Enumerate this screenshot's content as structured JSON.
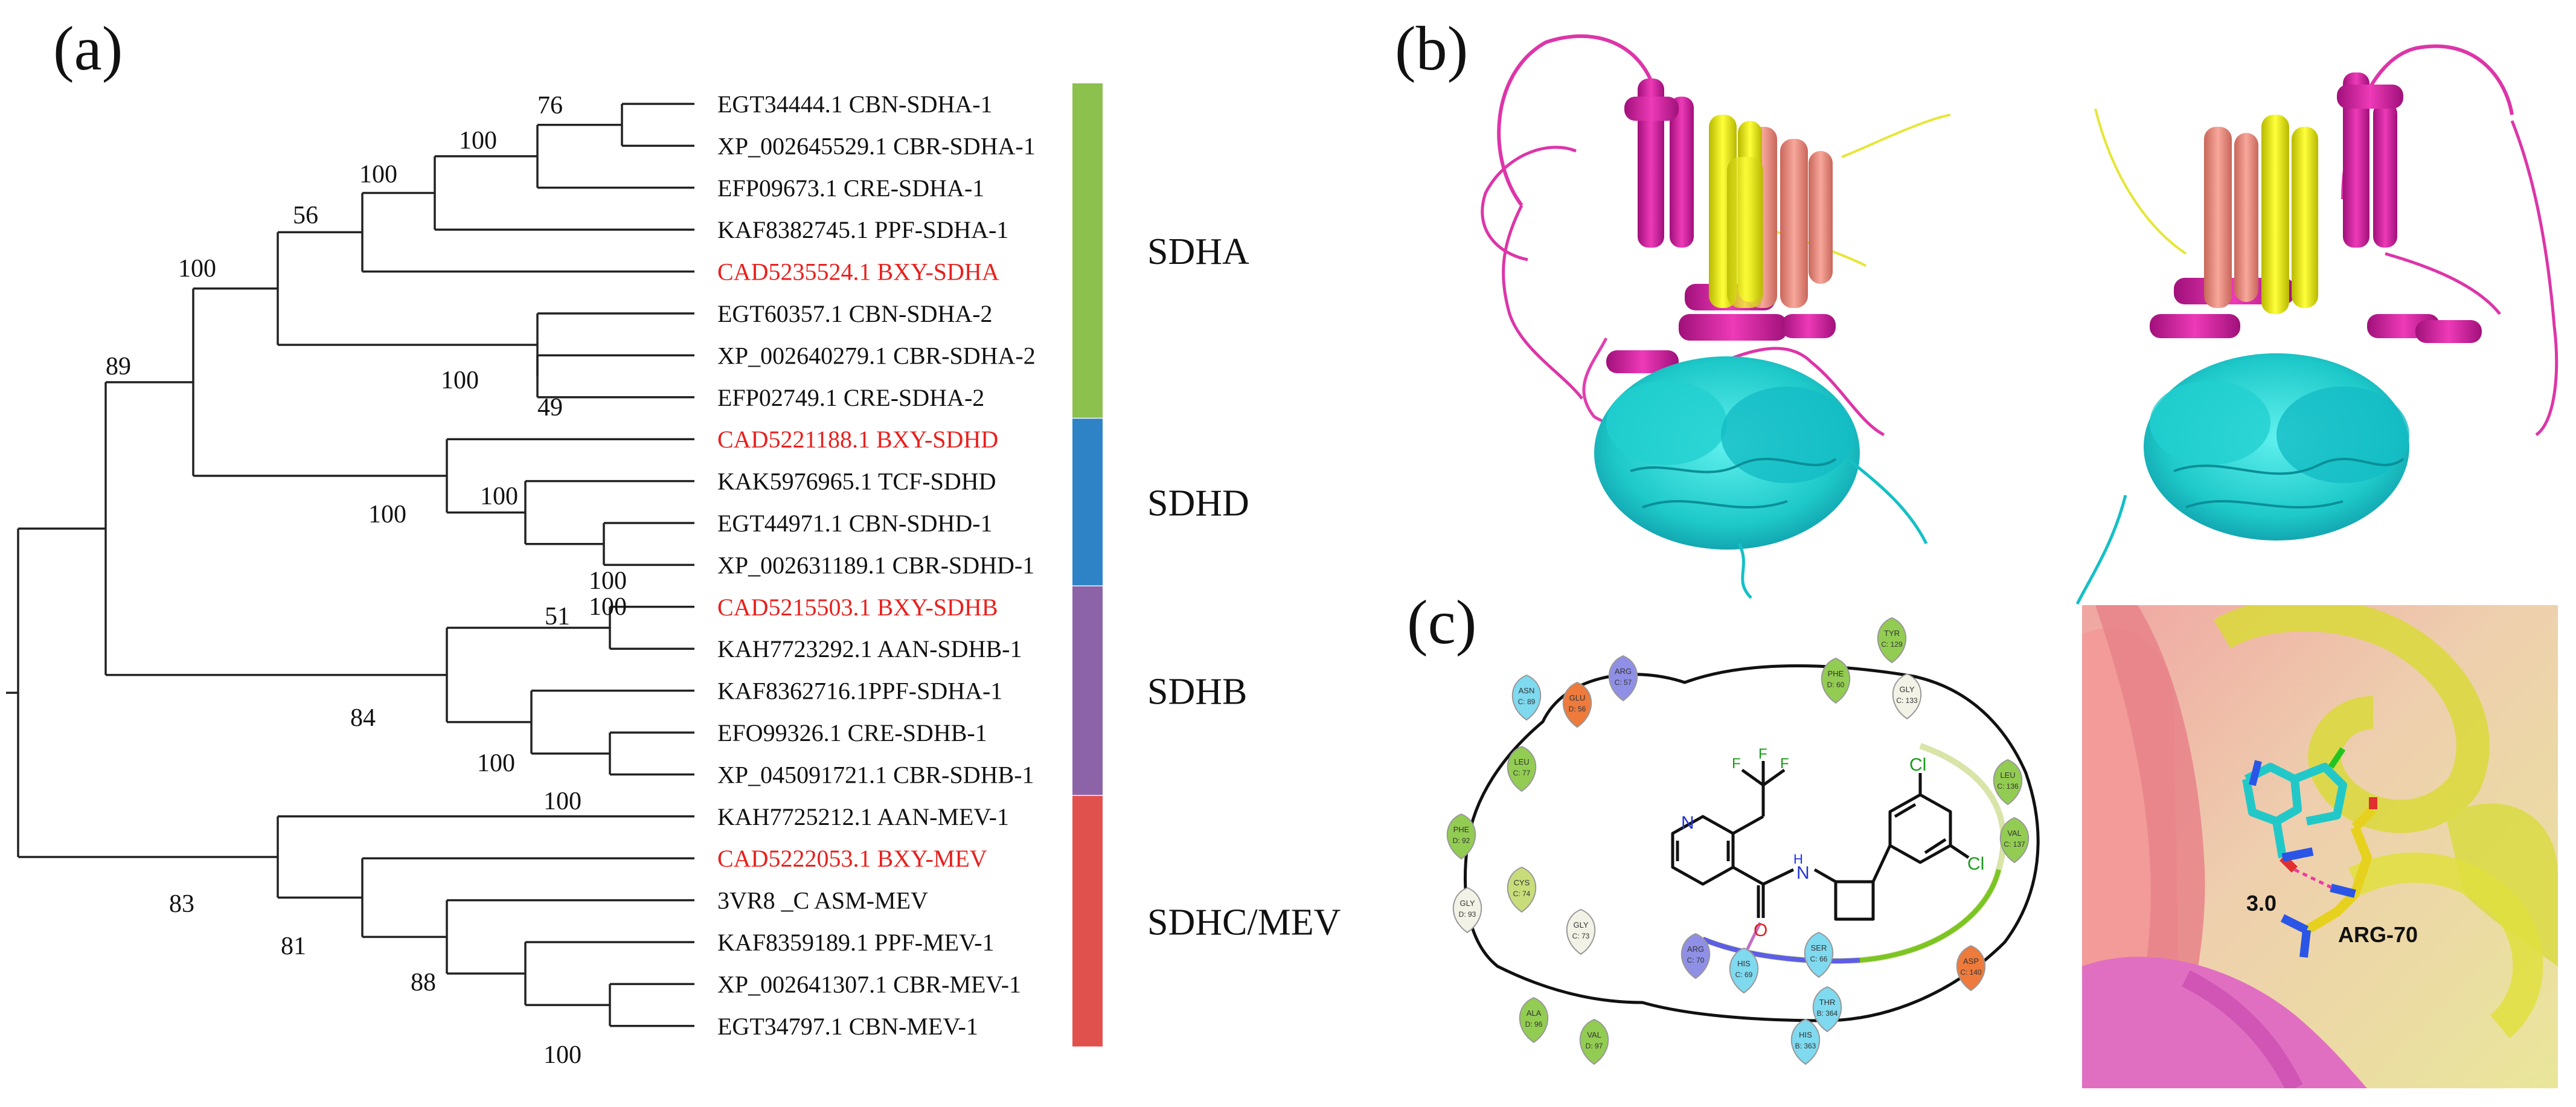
{
  "panels": {
    "a": "(a)",
    "b": "(b)",
    "c": "(c)"
  },
  "tree": {
    "leaves": [
      {
        "label": "EGT34444.1 CBN-SDHA-1",
        "highlight": false
      },
      {
        "label": "XP_002645529.1 CBR-SDHA-1",
        "highlight": false
      },
      {
        "label": "EFP09673.1 CRE-SDHA-1",
        "highlight": false
      },
      {
        "label": "KAF8382745.1 PPF-SDHA-1",
        "highlight": false
      },
      {
        "label": "CAD5235524.1 BXY-SDHA",
        "highlight": true
      },
      {
        "label": "EGT60357.1 CBN-SDHA-2",
        "highlight": false
      },
      {
        "label": "XP_002640279.1 CBR-SDHA-2",
        "highlight": false
      },
      {
        "label": "EFP02749.1 CRE-SDHA-2",
        "highlight": false
      },
      {
        "label": "CAD5221188.1 BXY-SDHD",
        "highlight": true
      },
      {
        "label": "KAK5976965.1 TCF-SDHD",
        "highlight": false
      },
      {
        "label": "EGT44971.1 CBN-SDHD-1",
        "highlight": false
      },
      {
        "label": "XP_002631189.1 CBR-SDHD-1",
        "highlight": false
      },
      {
        "label": "CAD5215503.1 BXY-SDHB",
        "highlight": true
      },
      {
        "label": "KAH7723292.1 AAN-SDHB-1",
        "highlight": false
      },
      {
        "label": "KAF8362716.1PPF-SDHA-1",
        "highlight": false
      },
      {
        "label": "EFO99326.1 CRE-SDHB-1",
        "highlight": false
      },
      {
        "label": "XP_045091721.1 CBR-SDHB-1",
        "highlight": false
      },
      {
        "label": "KAH7725212.1 AAN-MEV-1",
        "highlight": false
      },
      {
        "label": "CAD5222053.1 BXY-MEV",
        "highlight": true
      },
      {
        "label": "3VR8 _C ASM-MEV",
        "highlight": false
      },
      {
        "label": "KAF8359189.1 PPF-MEV-1",
        "highlight": false
      },
      {
        "label": "XP_002641307.1 CBR-MEV-1",
        "highlight": false
      },
      {
        "label": "EGT34797.1 CBN-MEV-1",
        "highlight": false
      }
    ],
    "bootstrap": [
      "76",
      "100",
      "100",
      "56",
      "100",
      "49",
      "100",
      "89",
      "100",
      "100",
      "100",
      "51",
      "100",
      "84",
      "100",
      "100",
      "83",
      "81",
      "88",
      "100"
    ],
    "clades": [
      {
        "name": "SDHA",
        "color": "#8dc14e"
      },
      {
        "name": "SDHD",
        "color": "#2e83c6"
      },
      {
        "name": "SDHB",
        "color": "#8d63a8"
      },
      {
        "name": "SDHC/MEV",
        "color": "#e0514e"
      }
    ]
  },
  "interaction": {
    "residues": [
      {
        "name": "ASN",
        "id": "C: 89",
        "color": "#7fd9ef"
      },
      {
        "name": "ARG",
        "id": "C: 57",
        "color": "#8f8fe6"
      },
      {
        "name": "GLU",
        "id": "D: 56",
        "color": "#ee7a3c"
      },
      {
        "name": "PHE",
        "id": "D: 60",
        "color": "#93cc52"
      },
      {
        "name": "TYR",
        "id": "C: 129",
        "color": "#93cc52"
      },
      {
        "name": "GLY",
        "id": "C: 133",
        "color": "#f2f2e6"
      },
      {
        "name": "LEU",
        "id": "C: 77",
        "color": "#93cc52"
      },
      {
        "name": "LEU",
        "id": "C: 136",
        "color": "#93cc52"
      },
      {
        "name": "PHE",
        "id": "D: 92",
        "color": "#93cc52"
      },
      {
        "name": "VAL",
        "id": "C: 137",
        "color": "#93cc52"
      },
      {
        "name": "CYS",
        "id": "C: 74",
        "color": "#c8dd7a"
      },
      {
        "name": "GLY",
        "id": "D: 93",
        "color": "#f2f2e6"
      },
      {
        "name": "GLY",
        "id": "C: 73",
        "color": "#f2f2e6"
      },
      {
        "name": "ASP",
        "id": "C: 140",
        "color": "#ee7a3c"
      },
      {
        "name": "ARG",
        "id": "C: 70",
        "color": "#8f8fe6"
      },
      {
        "name": "SER",
        "id": "C: 66",
        "color": "#7fd9ef"
      },
      {
        "name": "HIS",
        "id": "C: 69",
        "color": "#7fd9ef"
      },
      {
        "name": "ALA",
        "id": "D: 96",
        "color": "#93cc52"
      },
      {
        "name": "VAL",
        "id": "D: 97",
        "color": "#93cc52"
      },
      {
        "name": "THR",
        "id": "B: 364",
        "color": "#7fd9ef"
      },
      {
        "name": "HIS",
        "id": "B: 363",
        "color": "#7fd9ef"
      }
    ],
    "atoms": {
      "n1": "N",
      "n2": "N",
      "h": "H",
      "o": "O",
      "f": "F",
      "cl1": "Cl",
      "cl2": "Cl"
    }
  },
  "pocket": {
    "distance": "3.0",
    "residue": "ARG-70"
  }
}
